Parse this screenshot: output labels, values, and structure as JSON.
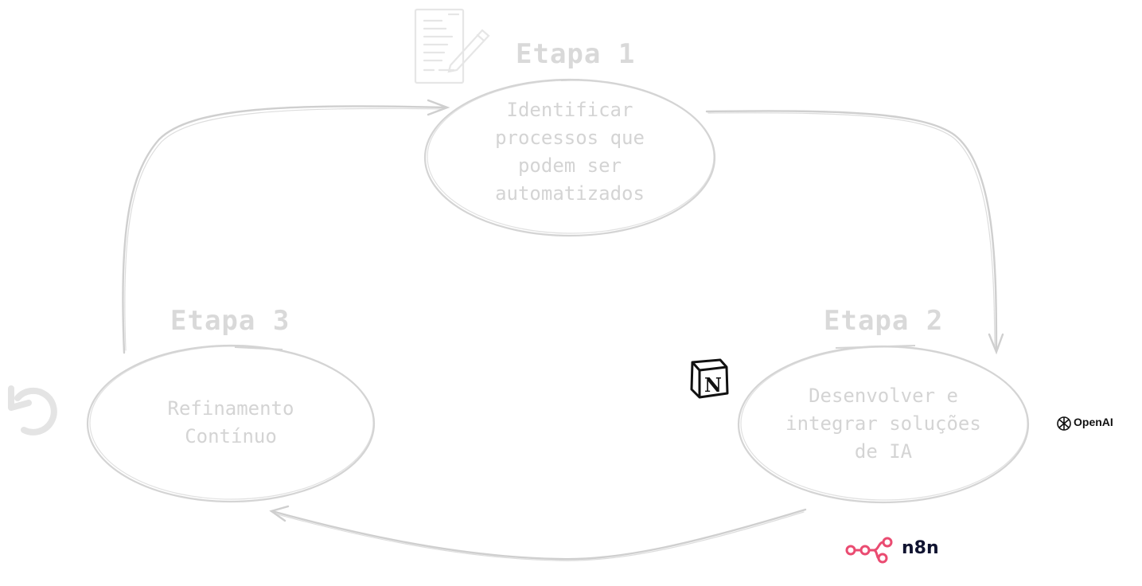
{
  "diagram": {
    "stages": [
      {
        "title": "Etapa 1",
        "lines": [
          "Identificar",
          "processos que",
          "podem ser",
          "automatizados"
        ]
      },
      {
        "title": "Etapa 2",
        "lines": [
          "Desenvolver e",
          "integrar soluções",
          "de IA"
        ]
      },
      {
        "title": "Etapa 3",
        "lines": [
          "Refinamento",
          "Contínuo"
        ]
      }
    ],
    "logos": {
      "n8n": "n8n",
      "openai": "OpenAI"
    },
    "icons": [
      "document-pencil-icon",
      "refresh-icon",
      "notion-icon",
      "openai-icon",
      "n8n-icon"
    ],
    "colors": {
      "sketch_stroke": "#d4d4d4",
      "n8n_brand": "#ea4b71",
      "logo_dark": "#111111"
    }
  }
}
